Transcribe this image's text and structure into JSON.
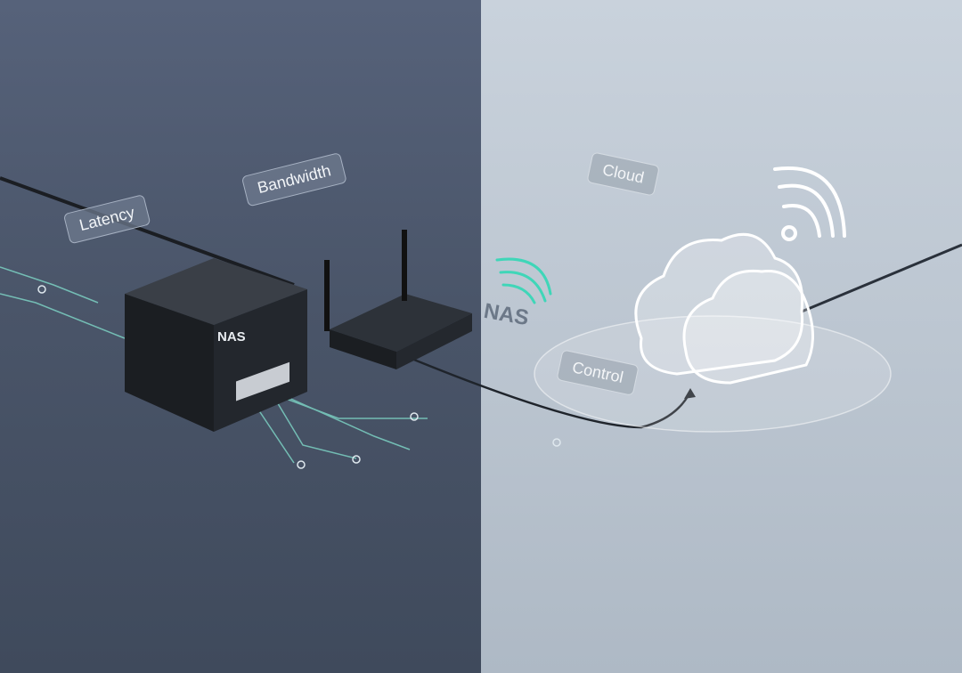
{
  "scene": {
    "description": "Split illustration: local NAS box and router (left, dark) vs holographic cloud (right, light)",
    "labels": {
      "latency": "Latency",
      "bandwidth": "Bandwidth",
      "cloud": "Cloud",
      "control": "Control",
      "nas_device": "NAS",
      "nas_wireless": "NAS"
    },
    "colors": {
      "left_bg": "#4a5569",
      "right_bg": "#bcc6d1",
      "accent_teal": "#3fd6b8",
      "device_body": "#1e2126"
    }
  }
}
